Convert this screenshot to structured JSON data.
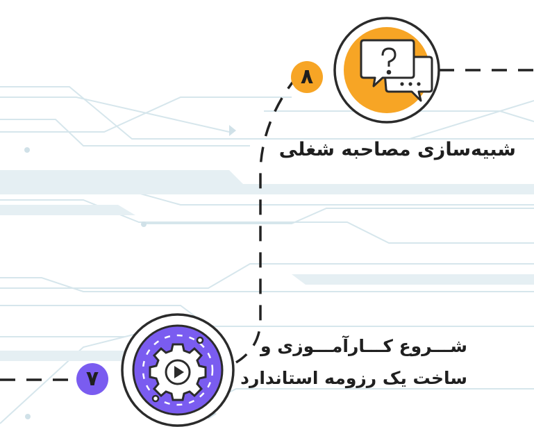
{
  "steps": [
    {
      "number": "۸",
      "title": "شبیه‌سازی مصاحبه شغلی",
      "icon": "chat-question-icon",
      "color": "#f7a525"
    },
    {
      "number": "۷",
      "title_line1": "شـــروع کـــارآمـــوزی و",
      "title_line2": "ساخت یک رزومه استاندارد",
      "icon": "gear-play-icon",
      "color": "#7a5cf0"
    }
  ],
  "colors": {
    "path": "#222222",
    "circuit": "#cfe3ea",
    "ring": "#2b2b2b"
  }
}
